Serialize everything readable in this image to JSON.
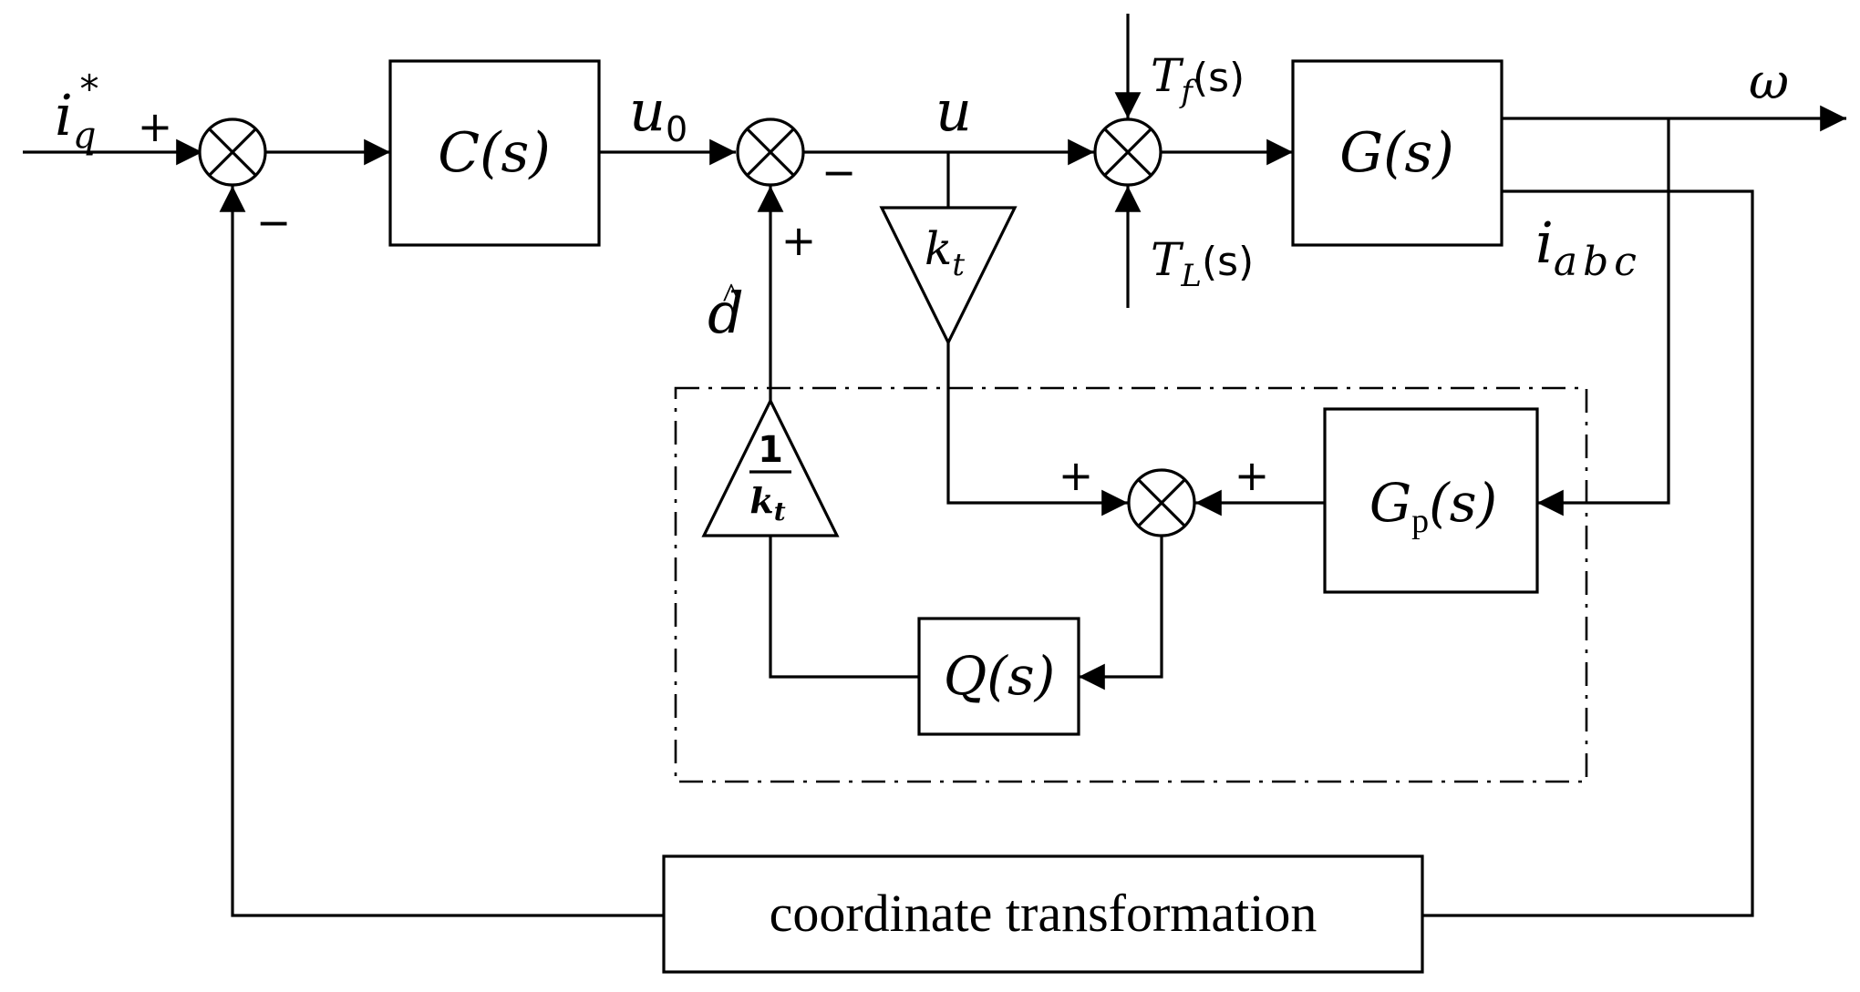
{
  "blocks": {
    "controller": "C(s)",
    "plant": "G(s)",
    "nominal_inverse": "G",
    "nominal_inverse_sub": "p",
    "nominal_inverse_arg": "(s)",
    "filter": "Q(s)",
    "coordinate": "coordinate transformation",
    "gain_main": "k",
    "gain_main_sub": "t",
    "gain_inv_num": "1",
    "gain_inv_den": "k",
    "gain_inv_den_sub": "t"
  },
  "signals": {
    "reference": "i",
    "reference_sub": "q",
    "reference_sup": "*",
    "controller_out": "u",
    "controller_out_sub": "0",
    "control": "u",
    "disturbance_estimate": "d",
    "disturbance_hat": "^",
    "output": "ω",
    "current": "i",
    "current_sub": "abc",
    "friction_torque": "T",
    "friction_torque_sub": "f",
    "friction_torque_arg": "(s)",
    "load_torque": "T",
    "load_torque_sub": "L",
    "load_torque_arg": "(s)"
  },
  "signs": {
    "sum1_reference": "+",
    "sum1_feedback": "−",
    "sum2_feedback": "−",
    "sum2_estimate": "+",
    "sum4_gain": "+",
    "sum4_nominal": "+"
  }
}
